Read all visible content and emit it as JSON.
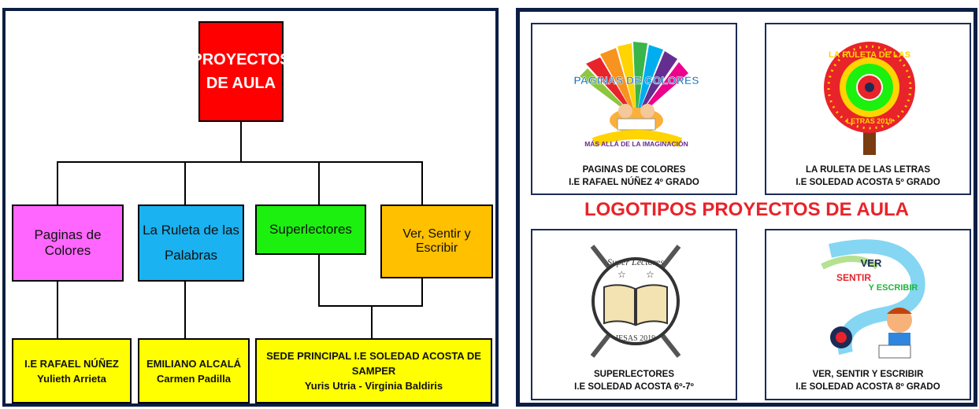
{
  "org_chart": {
    "root": {
      "line1": "PROYECTOS",
      "line2": "DE AULA"
    },
    "projects": [
      {
        "label": "Paginas de Colores"
      },
      {
        "line1": "La Ruleta de las",
        "line2": "Palabras"
      },
      {
        "label": "Superlectores"
      },
      {
        "label": "Ver, Sentir y Escribir"
      }
    ],
    "schools": [
      {
        "name": "I.E RAFAEL NÚÑEZ",
        "teacher": "Yulieth Arrieta"
      },
      {
        "name": "EMILIANO ALCALÁ",
        "teacher": "Carmen Padilla"
      },
      {
        "name": "SEDE PRINCIPAL I.E SOLEDAD ACOSTA DE SAMPER",
        "teacher": "Yuris Utria  - Virginia Baldiris"
      }
    ]
  },
  "logos": {
    "heading": "LOGOTIPOS PROYECTOS DE AULA",
    "cards": [
      {
        "title": "PAGINAS DE COLORES",
        "subtitle": "I.E RAFAEL NÚÑEZ 4º GRADO",
        "logo_text": "PAGINAS DE COLORES",
        "logo_subtext": "MÁS ALLÁ DE LA IMAGINACIÓN"
      },
      {
        "title": "LA RULETA DE LAS LETRAS",
        "subtitle": "I.E SOLEDAD ACOSTA 5º GRADO",
        "logo_text": "LA RULETA DE LAS",
        "logo_subtext": "LETRAS 2019"
      },
      {
        "title": "SUPERLECTORES",
        "subtitle": "I.E SOLEDAD ACOSTA 6º-7º",
        "logo_text": "Super Lectores",
        "logo_subtext": "IESAS 2019"
      },
      {
        "title": "VER, SENTIR Y ESCRIBIR",
        "subtitle": "I.E SOLEDAD ACOSTA 8º GRADO",
        "logo_text_1": "VER",
        "logo_text_2": "SENTIR",
        "logo_text_3": "Y ESCRIBIR"
      }
    ]
  },
  "colors": {
    "root": "#ff0000",
    "paginas": "#ff66ff",
    "ruleta": "#1ab2f0",
    "superlectores": "#1cf00f",
    "ver": "#ffc000",
    "school": "#ffff00",
    "heading": "#e8232a",
    "frame": "#0c1e44"
  }
}
